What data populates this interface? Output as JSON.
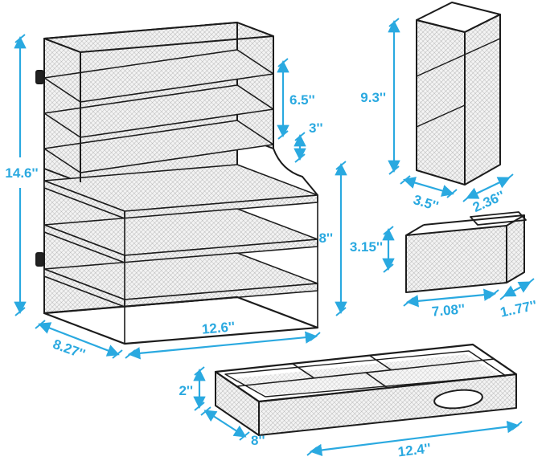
{
  "colors": {
    "accent": "#2aa9e0",
    "line_art": "#1c1c1c",
    "background": "#ffffff"
  },
  "main_organizer": {
    "height": "14.6''",
    "upper_section_height": "6.5''",
    "side_gap": "3''",
    "lower_section_height": "8''",
    "width": "12.6''",
    "depth": "8.27''"
  },
  "file_holder": {
    "height": "9.3''",
    "depth": "3.5''",
    "width": "2.36''"
  },
  "small_basket": {
    "height": "3.15''",
    "width": "7.08''",
    "depth": "1..77''"
  },
  "drawer_tray": {
    "height": "2''",
    "depth": "8''",
    "width": "12.4''"
  }
}
